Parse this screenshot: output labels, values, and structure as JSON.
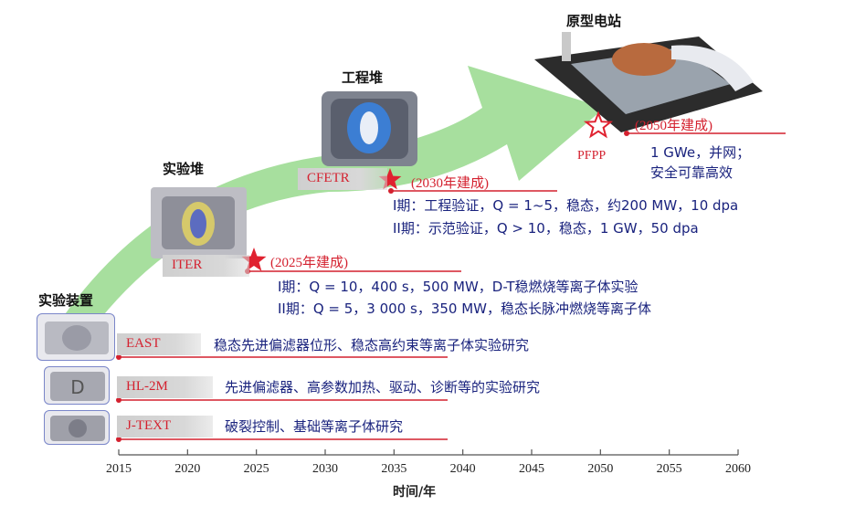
{
  "stages": {
    "experimental_devices": "实验装置",
    "experimental_reactor": "实验堆",
    "engineering_reactor": "工程堆",
    "prototype_plant": "原型电站"
  },
  "devices": [
    {
      "name": "EAST",
      "description": "稳态先进偏滤器位形、稳态高约束等离子体实验研究"
    },
    {
      "name": "HL-2M",
      "description": "先进偏滤器、高参数加热、驱动、诊断等的实验研究"
    },
    {
      "name": "J-TEXT",
      "description": "破裂控制、基础等离子体研究"
    }
  ],
  "iter": {
    "name": "ITER",
    "build": "(2025年建成)",
    "phase1": "I期：Q = 10，400 s，500 MW，D-T稳燃烧等离子体实验",
    "phase2": "II期：Q = 5，3 000 s，350 MW，稳态长脉冲燃烧等离子体"
  },
  "cfetr": {
    "name": "CFETR",
    "build": "(2030年建成)",
    "phase1": "I期：工程验证，Q = 1~5，稳态，约200 MW，10 dpa",
    "phase2": "II期：示范验证，Q > 10，稳态，1 GW，50 dpa"
  },
  "pfpp": {
    "name": "PFPP",
    "build": "(2050年建成)",
    "line1": "1 GWe，并网；",
    "line2": "安全可靠高效"
  },
  "axis": {
    "ticks": [
      "2015",
      "2020",
      "2025",
      "2030",
      "2035",
      "2040",
      "2045",
      "2050",
      "2055",
      "2060"
    ],
    "label": "时间/年"
  },
  "colors": {
    "accent_red": "#d4212f",
    "text_blue": "#1a237e",
    "arrow_green": "#8fd88a"
  }
}
